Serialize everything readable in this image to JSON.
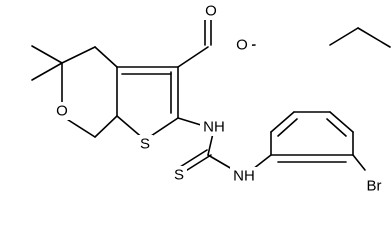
{
  "molecule": {
    "atoms": {
      "o_ester_carbonyl": "O",
      "o_ester_link": "O",
      "o_pyran": "O",
      "s_thiophene": "S",
      "nh_upper": "NH",
      "s_thione": "S",
      "nh_lower": "NH",
      "br": "Br"
    }
  }
}
